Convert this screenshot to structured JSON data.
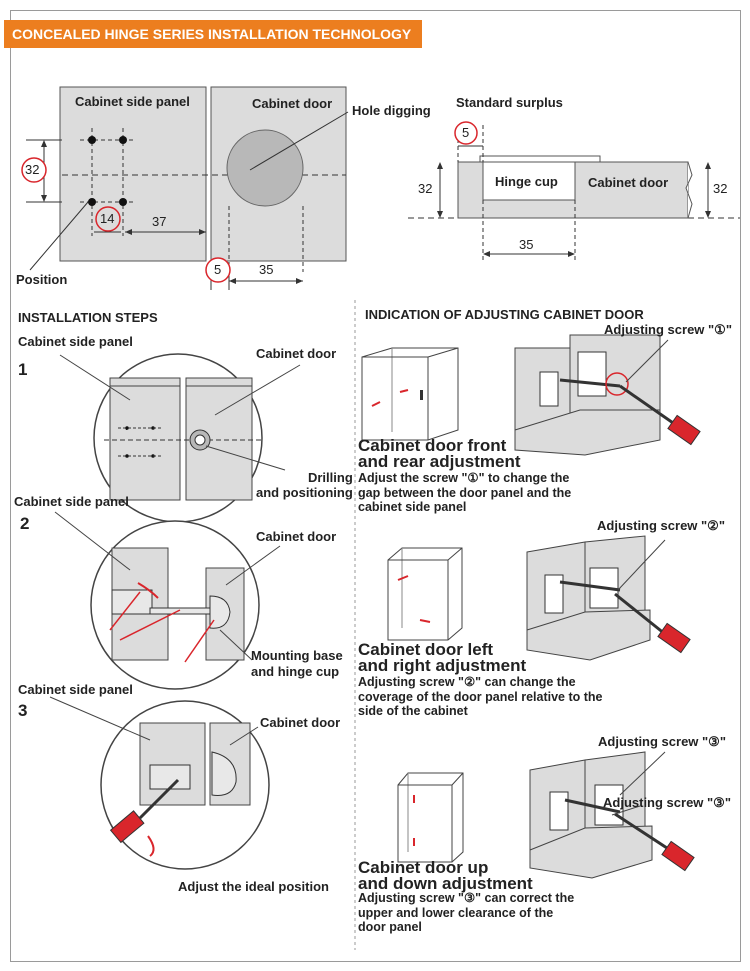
{
  "header": {
    "title": "CONCEALED HINGE SERIES INSTALLATION TECHNOLOGY"
  },
  "top_diagram": {
    "side_panel_label": "Cabinet side panel",
    "door_label": "Cabinet door",
    "hole_digging": "Hole digging",
    "position": "Position",
    "dim_32": "32",
    "dim_14": "14",
    "dim_37": "37",
    "dim_5": "5",
    "dim_35": "35"
  },
  "surplus_diagram": {
    "standard_surplus": "Standard surplus",
    "dim_5": "5",
    "hinge_cup": "Hinge cup",
    "cabinet_door": "Cabinet door",
    "dim_32_left": "32",
    "dim_32_right": "32",
    "dim_35": "35"
  },
  "installation": {
    "title": "INSTALLATION STEPS",
    "step1": {
      "num": "1",
      "side_panel": "Cabinet side panel",
      "door": "Cabinet door",
      "note": "Drilling\nand positioning"
    },
    "step2": {
      "num": "2",
      "side_panel": "Cabinet side panel",
      "door": "Cabinet door",
      "note": "Mounting base\nand hinge cup"
    },
    "step3": {
      "num": "3",
      "side_panel": "Cabinet side panel",
      "door": "Cabinet door",
      "note": "Adjust the ideal position"
    }
  },
  "adjusting": {
    "title": "INDICATION OF ADJUSTING CABINET DOOR",
    "items": [
      {
        "screw_label": "Adjusting screw \"①\"",
        "heading": "Cabinet door front\nand rear adjustment",
        "desc": "Adjust the screw \"①\" to change the gap between the door panel and the cabinet side panel"
      },
      {
        "screw_label": "Adjusting screw \"②\"",
        "heading": "Cabinet door left\nand right adjustment",
        "desc": "Adjusting screw \"②\" can change the coverage of the door panel relative to the side of the cabinet"
      },
      {
        "screw_label": "Adjusting screw \"③\"",
        "screw_label_2": "Adjusting screw \"③\"",
        "heading": "Cabinet door up\nand down adjustment",
        "desc": "Adjusting screw \"③\" can correct the upper and lower clearance of the door panel"
      }
    ]
  },
  "colors": {
    "banner": "#ec7e1f",
    "accent_red": "#d9262c",
    "panel_gray": "#dcdcdc"
  }
}
